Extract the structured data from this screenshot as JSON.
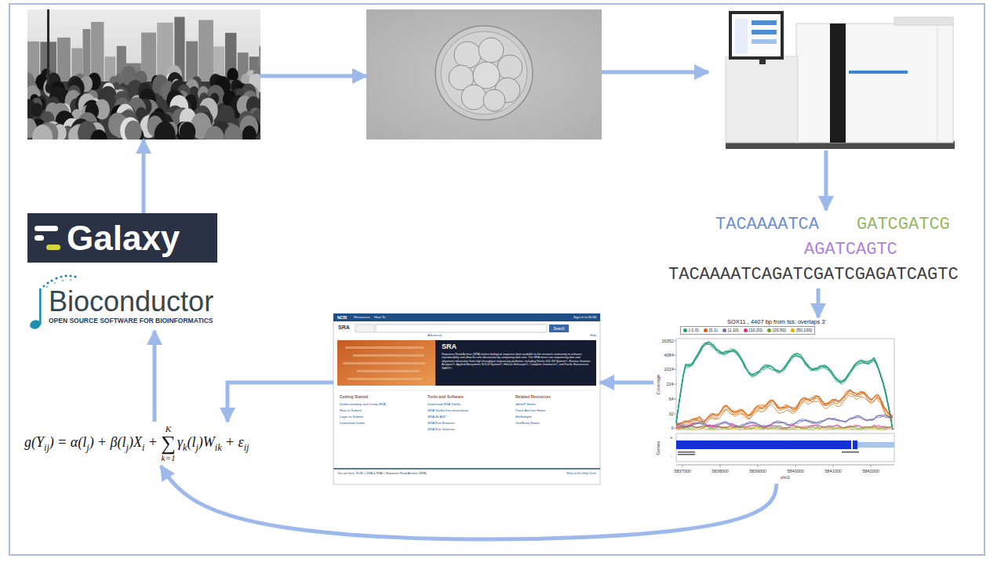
{
  "diagram": {
    "nodes": [
      {
        "text": []
      },
      {
        "text": []
      },
      {
        "text": []
      },
      {
        "text": [
          "TACAAAATCA",
          "GATCGATCG",
          "AGATCAGTC",
          "TACAAAATCAGATCGATCGAGATCAGTC"
        ]
      },
      {
        "text": [
          "SOX11 , 4407 bp from tss: overlaps 3'",
          "16352",
          "4084",
          "1024",
          "224",
          "64",
          "32",
          "0",
          "Coverage",
          "Genes",
          "+",
          "-",
          "5837000",
          "5838000",
          "5839000",
          "5840000",
          "5841000",
          "5842000",
          "chr2"
        ]
      },
      {
        "text": [
          "NCBI",
          "Resources",
          "How To",
          "Sign in to NCBI",
          "SRA",
          "Search",
          "Advanced",
          "Help",
          "SRA",
          "Sequence Read Archive (SRA) makes biological sequence data available to the research community to enhance reproducibility and allow for new discoveries by comparing data sets. The SRA stores raw sequencing data and alignment information from high-throughput sequencing platforms, including Roche 454 GS System®, Illumina Genome Analyzer®, Applied Biosystems SOLiD System®, Helicos Heliscope®, Complete Genomics®, and Pacific Biosciences SMRT®.",
          "Getting Started",
          "Understanding and Using SRA",
          "How to Submit",
          "Login to Submit",
          "Download Guide",
          "Tools and Software",
          "Download SRA Toolkit",
          "SRA Toolkit Documentation",
          "SRA-BLAST",
          "SRA Run Browser",
          "SRA Run Selector",
          "Related Resources",
          "dbGaP Home",
          "Trace Archive Home",
          "BioSample",
          "GenBank Home",
          "You are here: NCBI > DNA & RNA > Sequence Read Archive (SRA)",
          "Write to the Help Desk"
        ]
      },
      {
        "text": [
          "g(Y",
          "ij",
          ")",
          "=",
          "α(l",
          "j",
          ")",
          "+",
          "β(l",
          "j",
          ")X",
          "i",
          "+",
          "K",
          "∑",
          "k=1",
          "γ",
          "k",
          "(l",
          "j",
          ")W",
          "ik",
          "+",
          "ε",
          "ij"
        ]
      },
      {
        "text": [
          "Galaxy"
        ]
      },
      {
        "text": [
          "Bioconductor",
          "OPEN SOURCE SOFTWARE FOR BIOINFORMATICS"
        ]
      }
    ],
    "edges": [
      {
        "from": 0,
        "to": 1,
        "arrow": "to"
      },
      {
        "from": 1,
        "to": 2,
        "arrow": "to"
      },
      {
        "from": 2,
        "to": 3,
        "arrow": "to"
      },
      {
        "from": 3,
        "to": 4,
        "arrow": "to"
      },
      {
        "from": 4,
        "to": 5,
        "arrow": "to"
      },
      {
        "from": 5,
        "to": 6,
        "arrow": "to"
      },
      {
        "from": 6,
        "to": 8,
        "arrow": "to"
      },
      {
        "from": 7,
        "to": 0,
        "arrow": "to"
      },
      {
        "from": 4,
        "to": 6,
        "arrow": "to"
      }
    ],
    "legend": [
      {
        "text": "[-1,0)",
        "color": "#1b9e77"
      },
      {
        "text": "[0,1)",
        "color": "#d95f02"
      },
      {
        "text": "[1,10)",
        "color": "#7570b3"
      },
      {
        "text": "[10,20)",
        "color": "#e7298a"
      },
      {
        "text": "[20,50)",
        "color": "#66a61e"
      },
      {
        "text": "[50,100]",
        "color": "#e6ab02"
      }
    ]
  }
}
